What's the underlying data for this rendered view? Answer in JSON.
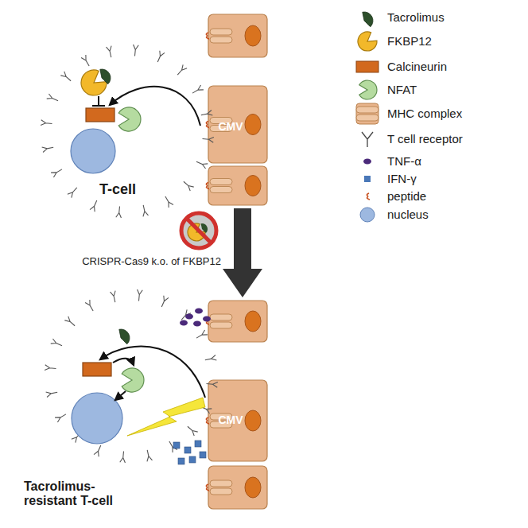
{
  "diagram": {
    "nodes": [
      {
        "text": [
          "T-cell"
        ]
      },
      {
        "text": [
          "CMV"
        ]
      },
      {
        "text": [
          "Tacrolimus-resistant T-cell"
        ]
      },
      {
        "text": [
          "CMV"
        ]
      }
    ],
    "edges": [
      {
        "from": 0,
        "to": 2,
        "arrow": "to"
      }
    ],
    "labels": [
      "CRISPR-Cas9 k.o. of FKBP12"
    ],
    "legend": [
      {
        "text": "Tacrolimus"
      },
      {
        "text": "FKBP12"
      },
      {
        "text": "Calcineurin"
      },
      {
        "text": "NFAT"
      },
      {
        "text": "MHC complex"
      },
      {
        "text": "T cell receptor"
      },
      {
        "text": "TNF-α"
      },
      {
        "text": "IFN-γ"
      },
      {
        "text": "peptide"
      },
      {
        "text": "nucleus"
      }
    ]
  }
}
